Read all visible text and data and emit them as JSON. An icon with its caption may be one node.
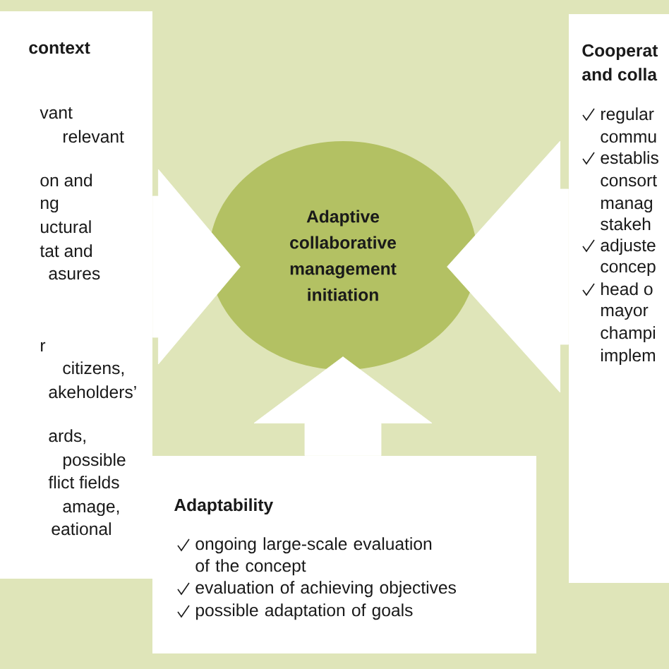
{
  "diagram": {
    "nodes": [
      {
        "text": [
          "Adaptive collaborative management initiation"
        ]
      },
      {
        "text": [
          "context",
          "vant",
          "relevant",
          "on and",
          "ng",
          "uctural",
          "tat and",
          "asures",
          "r",
          "citizens,",
          "akeholders’",
          "ards,",
          "possible",
          "flict fields",
          "amage,",
          "eational"
        ]
      },
      {
        "text": [
          "Cooperat",
          "and colla",
          "regular",
          "commu",
          "establis",
          "consort",
          "manag",
          "stakeh",
          "adjuste",
          "concep",
          "head o",
          "mayor",
          "champi",
          "implem"
        ]
      },
      {
        "text": [
          "Adaptability",
          "ongoing large-scale evaluation of the concept",
          "evaluation of achieving objectives",
          "possible adaptation of goals"
        ]
      }
    ],
    "edges": [
      {
        "from": 1,
        "to": 0,
        "arrow": "to"
      },
      {
        "from": 2,
        "to": 0,
        "arrow": "to"
      },
      {
        "from": 3,
        "to": 0,
        "arrow": "to"
      }
    ]
  }
}
